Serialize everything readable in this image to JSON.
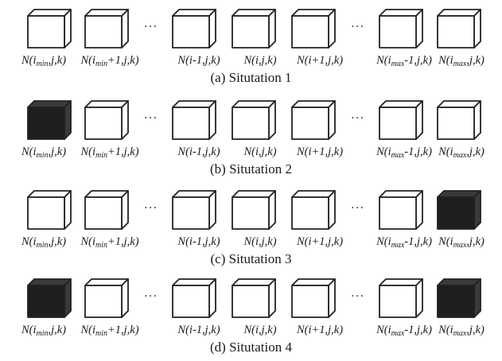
{
  "colors": {
    "empty_cube": "#ffffff",
    "filled_cube": "#1e1e1e",
    "edge": "#222222"
  },
  "ellipsis": "···",
  "labels": [
    {
      "pre": "N(i",
      "sub": "min",
      "post": ",j,k)"
    },
    {
      "pre": "N(i",
      "sub": "min",
      "post": "+1,j,k)"
    },
    {
      "pre": "N(i-1,j,k)",
      "sub": "",
      "post": ""
    },
    {
      "pre": "N(i,j,k)",
      "sub": "",
      "post": ""
    },
    {
      "pre": "N(i+1,j,k)",
      "sub": "",
      "post": ""
    },
    {
      "pre": "N(i",
      "sub": "max",
      "post": "-1,j,k)"
    },
    {
      "pre": "N(i",
      "sub": "max",
      "post": ",j,k)"
    }
  ],
  "rows": [
    {
      "caption": "(a) Situtation 1",
      "filled": [
        false,
        false,
        false,
        false,
        false,
        false,
        false
      ]
    },
    {
      "caption": "(b) Situtation 2",
      "filled": [
        true,
        false,
        false,
        false,
        false,
        false,
        false
      ]
    },
    {
      "caption": "(c) Situtation 3",
      "filled": [
        false,
        false,
        false,
        false,
        false,
        false,
        true
      ]
    },
    {
      "caption": "(d) Situtation 4",
      "filled": [
        true,
        false,
        false,
        false,
        false,
        false,
        true
      ]
    }
  ]
}
